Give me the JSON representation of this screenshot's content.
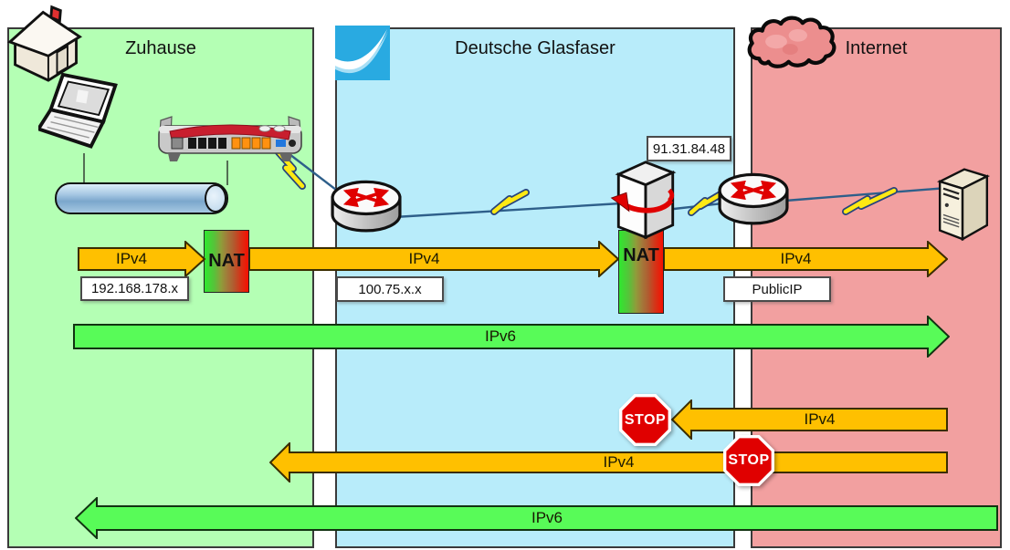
{
  "panels": {
    "zuhause": {
      "title": "Zuhause",
      "bg": "#b4ffb4"
    },
    "provider": {
      "title": "Deutsche Glasfaser",
      "bg": "#b8ecfa"
    },
    "internet": {
      "title": "Internet",
      "bg": "#f2a0a0"
    }
  },
  "labels": {
    "lan_ip": "192.168.178.x",
    "cgn_ip": "100.75.x.x",
    "public_ip_value": "91.31.84.48",
    "public_ip_name": "PublicIP"
  },
  "nat": {
    "label": "NAT"
  },
  "stop": {
    "label": "STOP"
  },
  "arrows": {
    "ipv4_out_lan": {
      "label": "IPv4",
      "direction": "right"
    },
    "ipv4_out_cgn": {
      "label": "IPv4",
      "direction": "right"
    },
    "ipv4_out_public": {
      "label": "IPv4",
      "direction": "right"
    },
    "ipv6_out": {
      "label": "IPv6",
      "direction": "right"
    },
    "ipv4_in_blocked_at_cgn": {
      "label": "IPv4",
      "direction": "left"
    },
    "ipv4_in_blocked_at_edge": {
      "label": "IPv4",
      "direction": "left"
    },
    "ipv6_in": {
      "label": "IPv6",
      "direction": "left"
    }
  },
  "icons": {
    "house": "house-icon",
    "laptop": "laptop-icon",
    "fritzbox": "fritzbox-router-icon",
    "lan_tube": "lan-tube-icon",
    "isp_router": "isp-router-icon",
    "cgn_server": "cgn-server-icon",
    "internet_router": "internet-router-icon",
    "internet_server": "internet-server-icon",
    "cloud": "internet-cloud-icon",
    "provider_logo": "deutsche-glasfaser-logo",
    "lightning": "lightning-bolt-icon"
  },
  "colors": {
    "home_bg": "#b4ffb4",
    "provider_bg": "#b8ecfa",
    "internet_bg": "#f2a0a0",
    "ipv4_arrow": "#ffc000",
    "ipv6_arrow": "#58fb58",
    "nat_gradient_start": "#2fe82f",
    "nat_gradient_end": "#f51000",
    "stop_red": "#e00000",
    "logo_blue": "#29aae1",
    "lightning_yellow": "#ffe913"
  }
}
